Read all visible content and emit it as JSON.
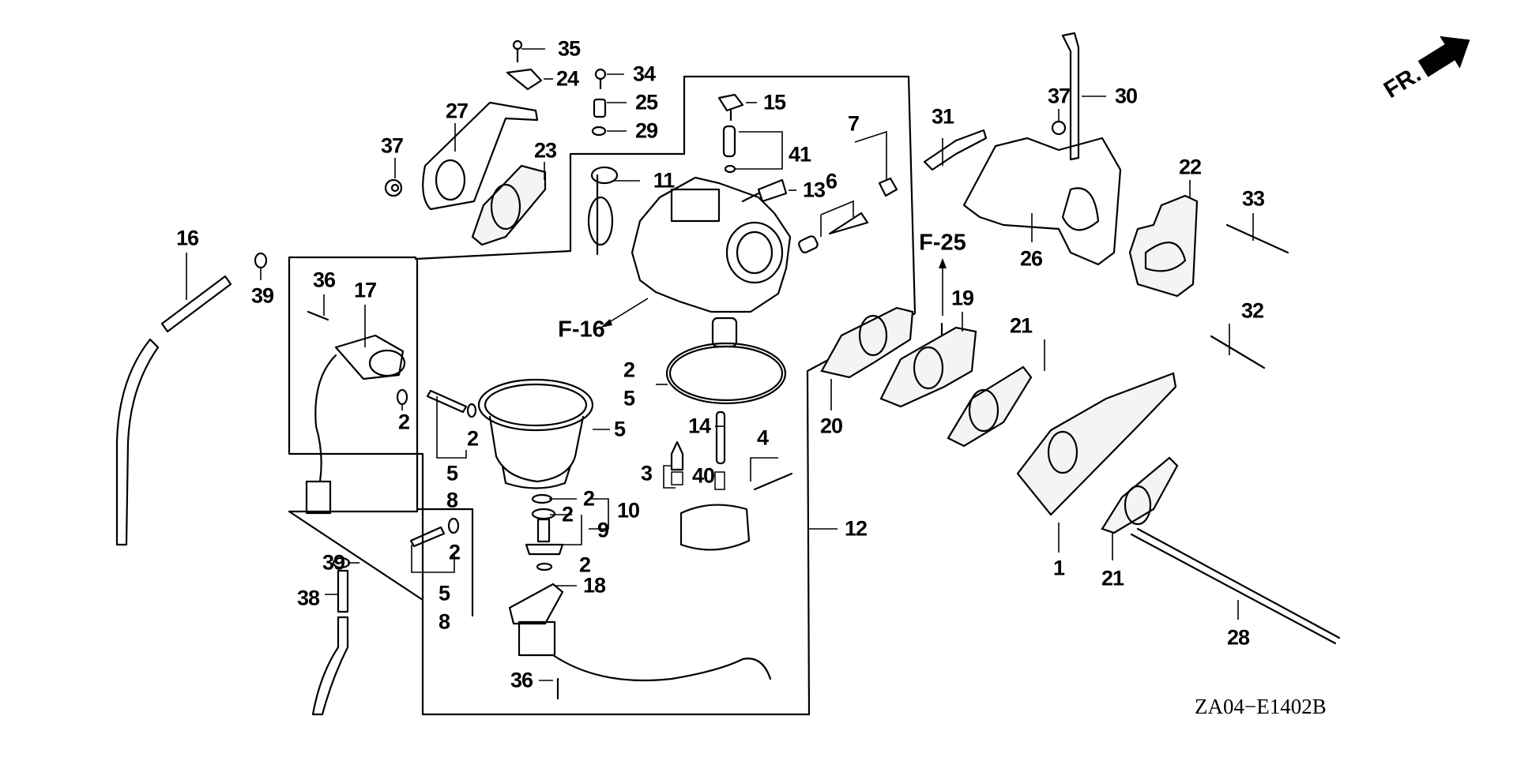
{
  "diagram": {
    "title_code": "ZA04−E1402B",
    "direction_indicator": {
      "label": "FR.",
      "icon": "front-direction-arrow-icon"
    },
    "references": [
      {
        "id": "ref-f16",
        "label": "F-16"
      },
      {
        "id": "ref-f25",
        "label": "F-25"
      }
    ],
    "callouts": [
      {
        "label": "35"
      },
      {
        "label": "24"
      },
      {
        "label": "34"
      },
      {
        "label": "25"
      },
      {
        "label": "29"
      },
      {
        "label": "27"
      },
      {
        "label": "37"
      },
      {
        "label": "23"
      },
      {
        "label": "15"
      },
      {
        "label": "41"
      },
      {
        "label": "11"
      },
      {
        "label": "7"
      },
      {
        "label": "6"
      },
      {
        "label": "13"
      },
      {
        "label": "31"
      },
      {
        "label": "37"
      },
      {
        "label": "30"
      },
      {
        "label": "22"
      },
      {
        "label": "33"
      },
      {
        "label": "26"
      },
      {
        "label": "16"
      },
      {
        "label": "39"
      },
      {
        "label": "36"
      },
      {
        "label": "17"
      },
      {
        "label": "2"
      },
      {
        "label": "19"
      },
      {
        "label": "21"
      },
      {
        "label": "32"
      },
      {
        "label": "2"
      },
      {
        "label": "5"
      },
      {
        "label": "5"
      },
      {
        "label": "2"
      },
      {
        "label": "5"
      },
      {
        "label": "8"
      },
      {
        "label": "14"
      },
      {
        "label": "4"
      },
      {
        "label": "3"
      },
      {
        "label": "40"
      },
      {
        "label": "20"
      },
      {
        "label": "2"
      },
      {
        "label": "10"
      },
      {
        "label": "2"
      },
      {
        "label": "9"
      },
      {
        "label": "12"
      },
      {
        "label": "1"
      },
      {
        "label": "21"
      },
      {
        "label": "39"
      },
      {
        "label": "2"
      },
      {
        "label": "2"
      },
      {
        "label": "38"
      },
      {
        "label": "5"
      },
      {
        "label": "8"
      },
      {
        "label": "18"
      },
      {
        "label": "36"
      },
      {
        "label": "28"
      }
    ]
  }
}
